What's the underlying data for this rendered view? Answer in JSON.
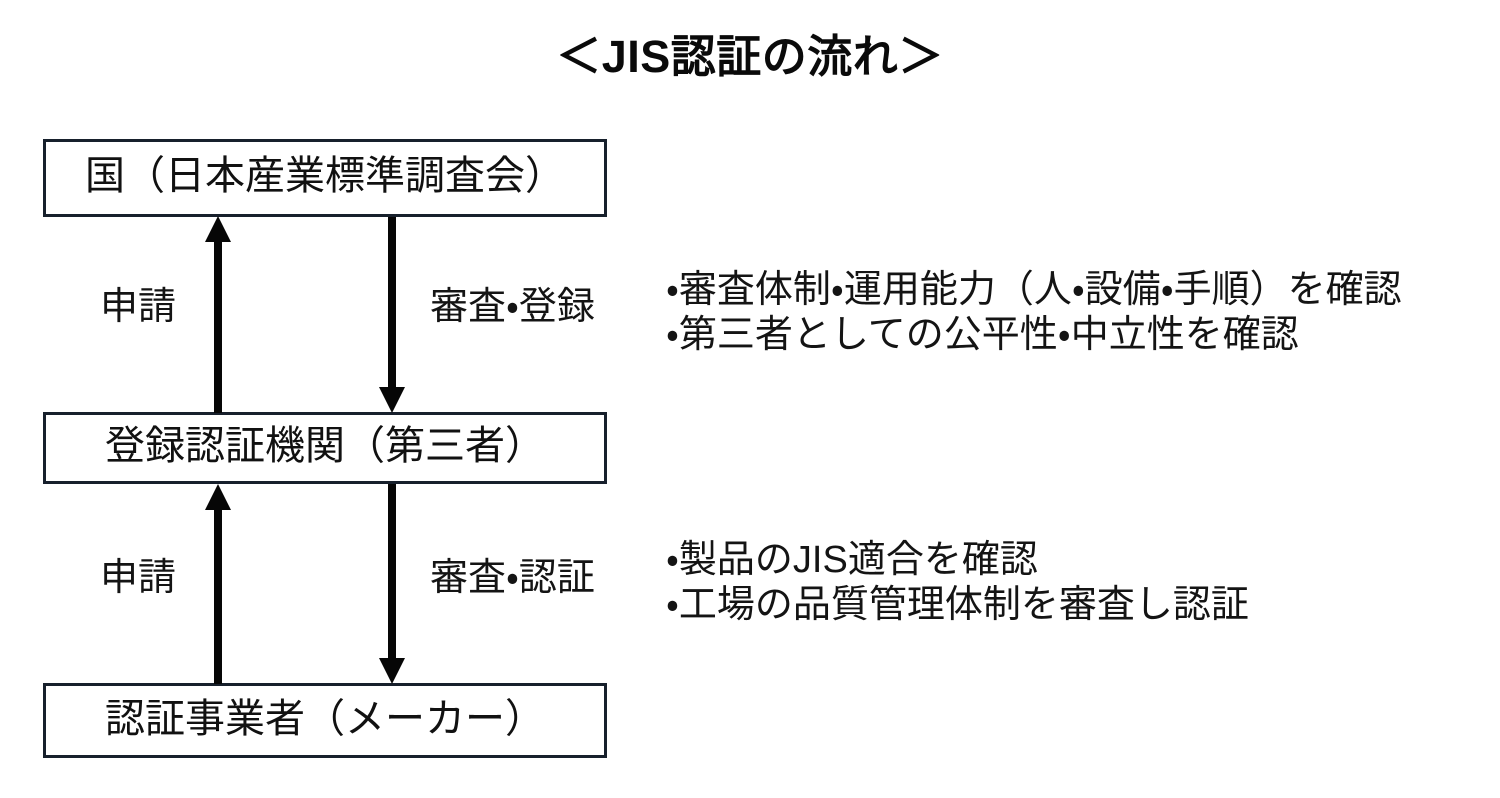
{
  "diagram": {
    "title": "＜JIS認証の流れ＞",
    "type": "flow-diagram",
    "theme": {
      "background": "#ffffff",
      "box_border": "#17202c",
      "arrow_color": "#060606",
      "text_color": "#141414"
    },
    "nodes": [
      {
        "id": "state",
        "label": "国（日本産業標準調査会）"
      },
      {
        "id": "body",
        "label": "登録認証機関（第三者）"
      },
      {
        "id": "maker",
        "label": "認証事業者（メーカー）"
      }
    ],
    "arrows": [
      {
        "id": "apply-1",
        "label": "申請",
        "direction": "up",
        "from": "body",
        "to": "state"
      },
      {
        "id": "review-1",
        "label": "審査・登録",
        "direction": "down",
        "from": "state",
        "to": "body"
      },
      {
        "id": "apply-2",
        "label": "申請",
        "direction": "up",
        "from": "maker",
        "to": "body"
      },
      {
        "id": "review-2",
        "label": "審査・認証",
        "direction": "down",
        "from": "body",
        "to": "maker"
      }
    ],
    "notes": [
      {
        "id": "upper",
        "related_to": "review-1",
        "lines": [
          "・審査体制・運用能力（人・設備・手順）を確認",
          "・第三者としての公平性・中立性を確認"
        ]
      },
      {
        "id": "lower",
        "related_to": "review-2",
        "lines": [
          "・製品のJIS適合を確認",
          "・工場の品質管理体制を審査し認証"
        ]
      }
    ]
  }
}
